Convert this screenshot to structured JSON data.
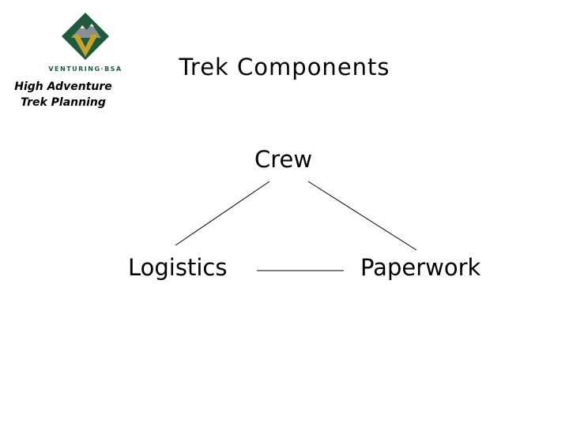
{
  "logo": {
    "icon": "venturing-bsa-logo",
    "wordmark": "VENTURING·BSA",
    "colors": {
      "green": "#1f5a3c",
      "gold": "#c9a227",
      "mountain": "#8a8f96"
    }
  },
  "org_caption": {
    "line1": "High Adventure",
    "line2": "Trek Planning"
  },
  "title": "Trek Components",
  "diagram": {
    "nodes": {
      "top": "Crew",
      "left": "Logistics",
      "right": "Paperwork"
    },
    "connections": [
      [
        "Crew",
        "Logistics"
      ],
      [
        "Crew",
        "Paperwork"
      ],
      [
        "Logistics",
        "Paperwork"
      ]
    ]
  }
}
